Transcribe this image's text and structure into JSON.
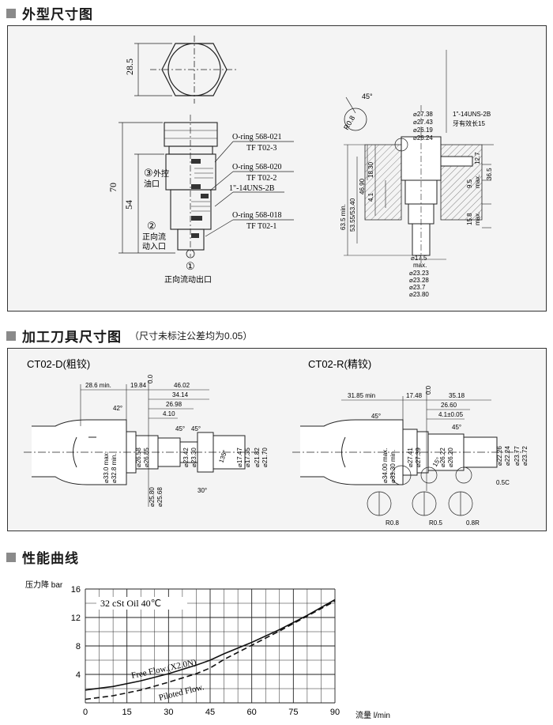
{
  "sections": {
    "outline": {
      "title": "外型尺寸图"
    },
    "tools": {
      "title": "加工刀具尺寸图",
      "note": "（尺寸未标注公差均为0.05）"
    },
    "perf": {
      "title": "性能曲线"
    }
  },
  "outline": {
    "hex_dim": "28.5",
    "dim_70": "70",
    "dim_54": "54",
    "port3_num": "③",
    "port3_label1": "外控",
    "port3_label2": "油口",
    "port2_num": "②",
    "port2_label1": "正向流",
    "port2_label2": "动入口",
    "port1_num": "①",
    "port1_label": "正向流动出口",
    "callouts": [
      "O-ring 568-021",
      "TF T02-3",
      "O-ring 568-020",
      "TF T02-2",
      "1\"-14UNS-2B",
      "O-ring 568-018",
      "TF T02-1"
    ],
    "cavity": {
      "angle": "45°",
      "r": "R0.8",
      "d1": "⌀27.38",
      "d2": "⌀27.43",
      "d3": "⌀26.19",
      "d4": "⌀26.24",
      "thread": "1\"-14UNS-2B",
      "thread_note": "牙有效长15",
      "v1": "18.30",
      "v2": "46.90",
      "v3": "4.1",
      "v4": "63.5 min.",
      "v5": "53.55/53.40",
      "r1": "12.7",
      "r2": "9.5",
      "r2b": "max.",
      "r3": "36.5",
      "r4": "15.8",
      "r4b": "max.",
      "b1": "⌀17.5",
      "b1b": "max.",
      "b2": "⌀23.23",
      "b3": "⌀23.28",
      "b4": "⌀23.7",
      "b5": "⌀23.80"
    }
  },
  "tools": {
    "left": {
      "title": "CT02-D(粗铰)",
      "dims": [
        "28.6 min.",
        "19.84",
        "0.0",
        "46.02",
        "34.14",
        "26.98",
        "4.10",
        "42°",
        "45°",
        "45°",
        "135°",
        "30°"
      ],
      "diams": [
        "⌀33.0 max.",
        "⌀32.8 min.",
        "⌀26.58",
        "⌀26.85",
        "⌀23.42",
        "⌀23.30",
        "⌀17.47",
        "⌀17.35",
        "⌀21.82",
        "⌀21.70",
        "⌀25.80",
        "⌀25.68"
      ]
    },
    "right": {
      "title": "CT02-R(精铰)",
      "dims": [
        "31.85 min",
        "17.48",
        "0.0",
        "35.18",
        "26.60",
        "4.1±0.05",
        "45°",
        "45°",
        "15°"
      ],
      "diams": [
        "⌀34.00 max.",
        "⌀33.30 min.",
        "⌀27.41",
        "⌀27.39",
        "⌀26.22",
        "⌀26.20",
        "⌀22.26",
        "⌀22.24",
        "⌀23.77",
        "⌀23.72"
      ],
      "notes": [
        "0.5C",
        "R0.8",
        "R0.5",
        "0.8R"
      ]
    }
  },
  "perf": {
    "ylabel": "压力降 bar",
    "xlabel": "流量 l/min",
    "legend": "32 cSt Oil 40℃",
    "curve1": "Free Flow.(X2.0N)",
    "curve2": "Piloted Flow."
  },
  "chart_data": {
    "type": "line",
    "xlabel": "流量 l/min",
    "ylabel": "压力降 bar",
    "xlim": [
      0,
      90
    ],
    "ylim": [
      0,
      16
    ],
    "xticks": [
      0,
      15,
      30,
      45,
      60,
      75,
      90
    ],
    "yticks": [
      4,
      8,
      12,
      16
    ],
    "grid": true,
    "series": [
      {
        "name": "Free Flow.(X2.0N)",
        "style": "solid",
        "x": [
          0,
          10,
          20,
          30,
          40,
          45,
          50,
          60,
          70,
          80,
          90
        ],
        "y": [
          1.8,
          2.3,
          3.1,
          4.1,
          5.3,
          6.0,
          6.9,
          8.5,
          10.3,
          12.3,
          14.5
        ]
      },
      {
        "name": "Piloted Flow.",
        "style": "dashed",
        "x": [
          0,
          10,
          20,
          30,
          40,
          45,
          50,
          60,
          70,
          80,
          90
        ],
        "y": [
          0.5,
          1.0,
          1.8,
          2.9,
          4.1,
          4.9,
          6.1,
          8.1,
          10.1,
          12.2,
          14.3
        ]
      }
    ]
  }
}
